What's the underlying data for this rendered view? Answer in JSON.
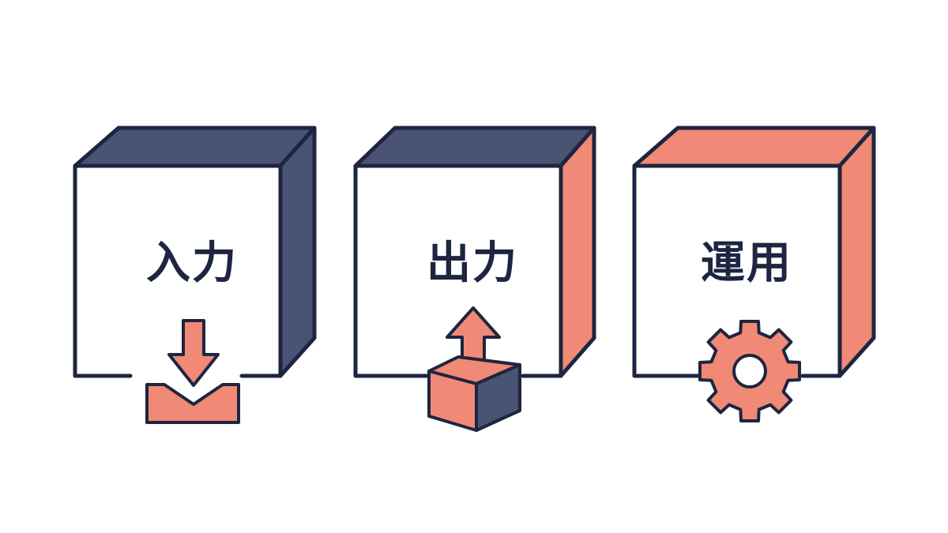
{
  "colors": {
    "navy": "#4A5373",
    "coral": "#F08A76",
    "outline": "#1E2540",
    "face": "#FFFFFF"
  },
  "cubes": [
    {
      "label": "入力",
      "top_color": "navy",
      "side_color": "navy",
      "icon": "tray-download-icon"
    },
    {
      "label": "出力",
      "top_color": "navy",
      "side_color": "coral",
      "icon": "box-upload-icon"
    },
    {
      "label": "運用",
      "top_color": "coral",
      "side_color": "coral",
      "icon": "gear-icon"
    }
  ]
}
